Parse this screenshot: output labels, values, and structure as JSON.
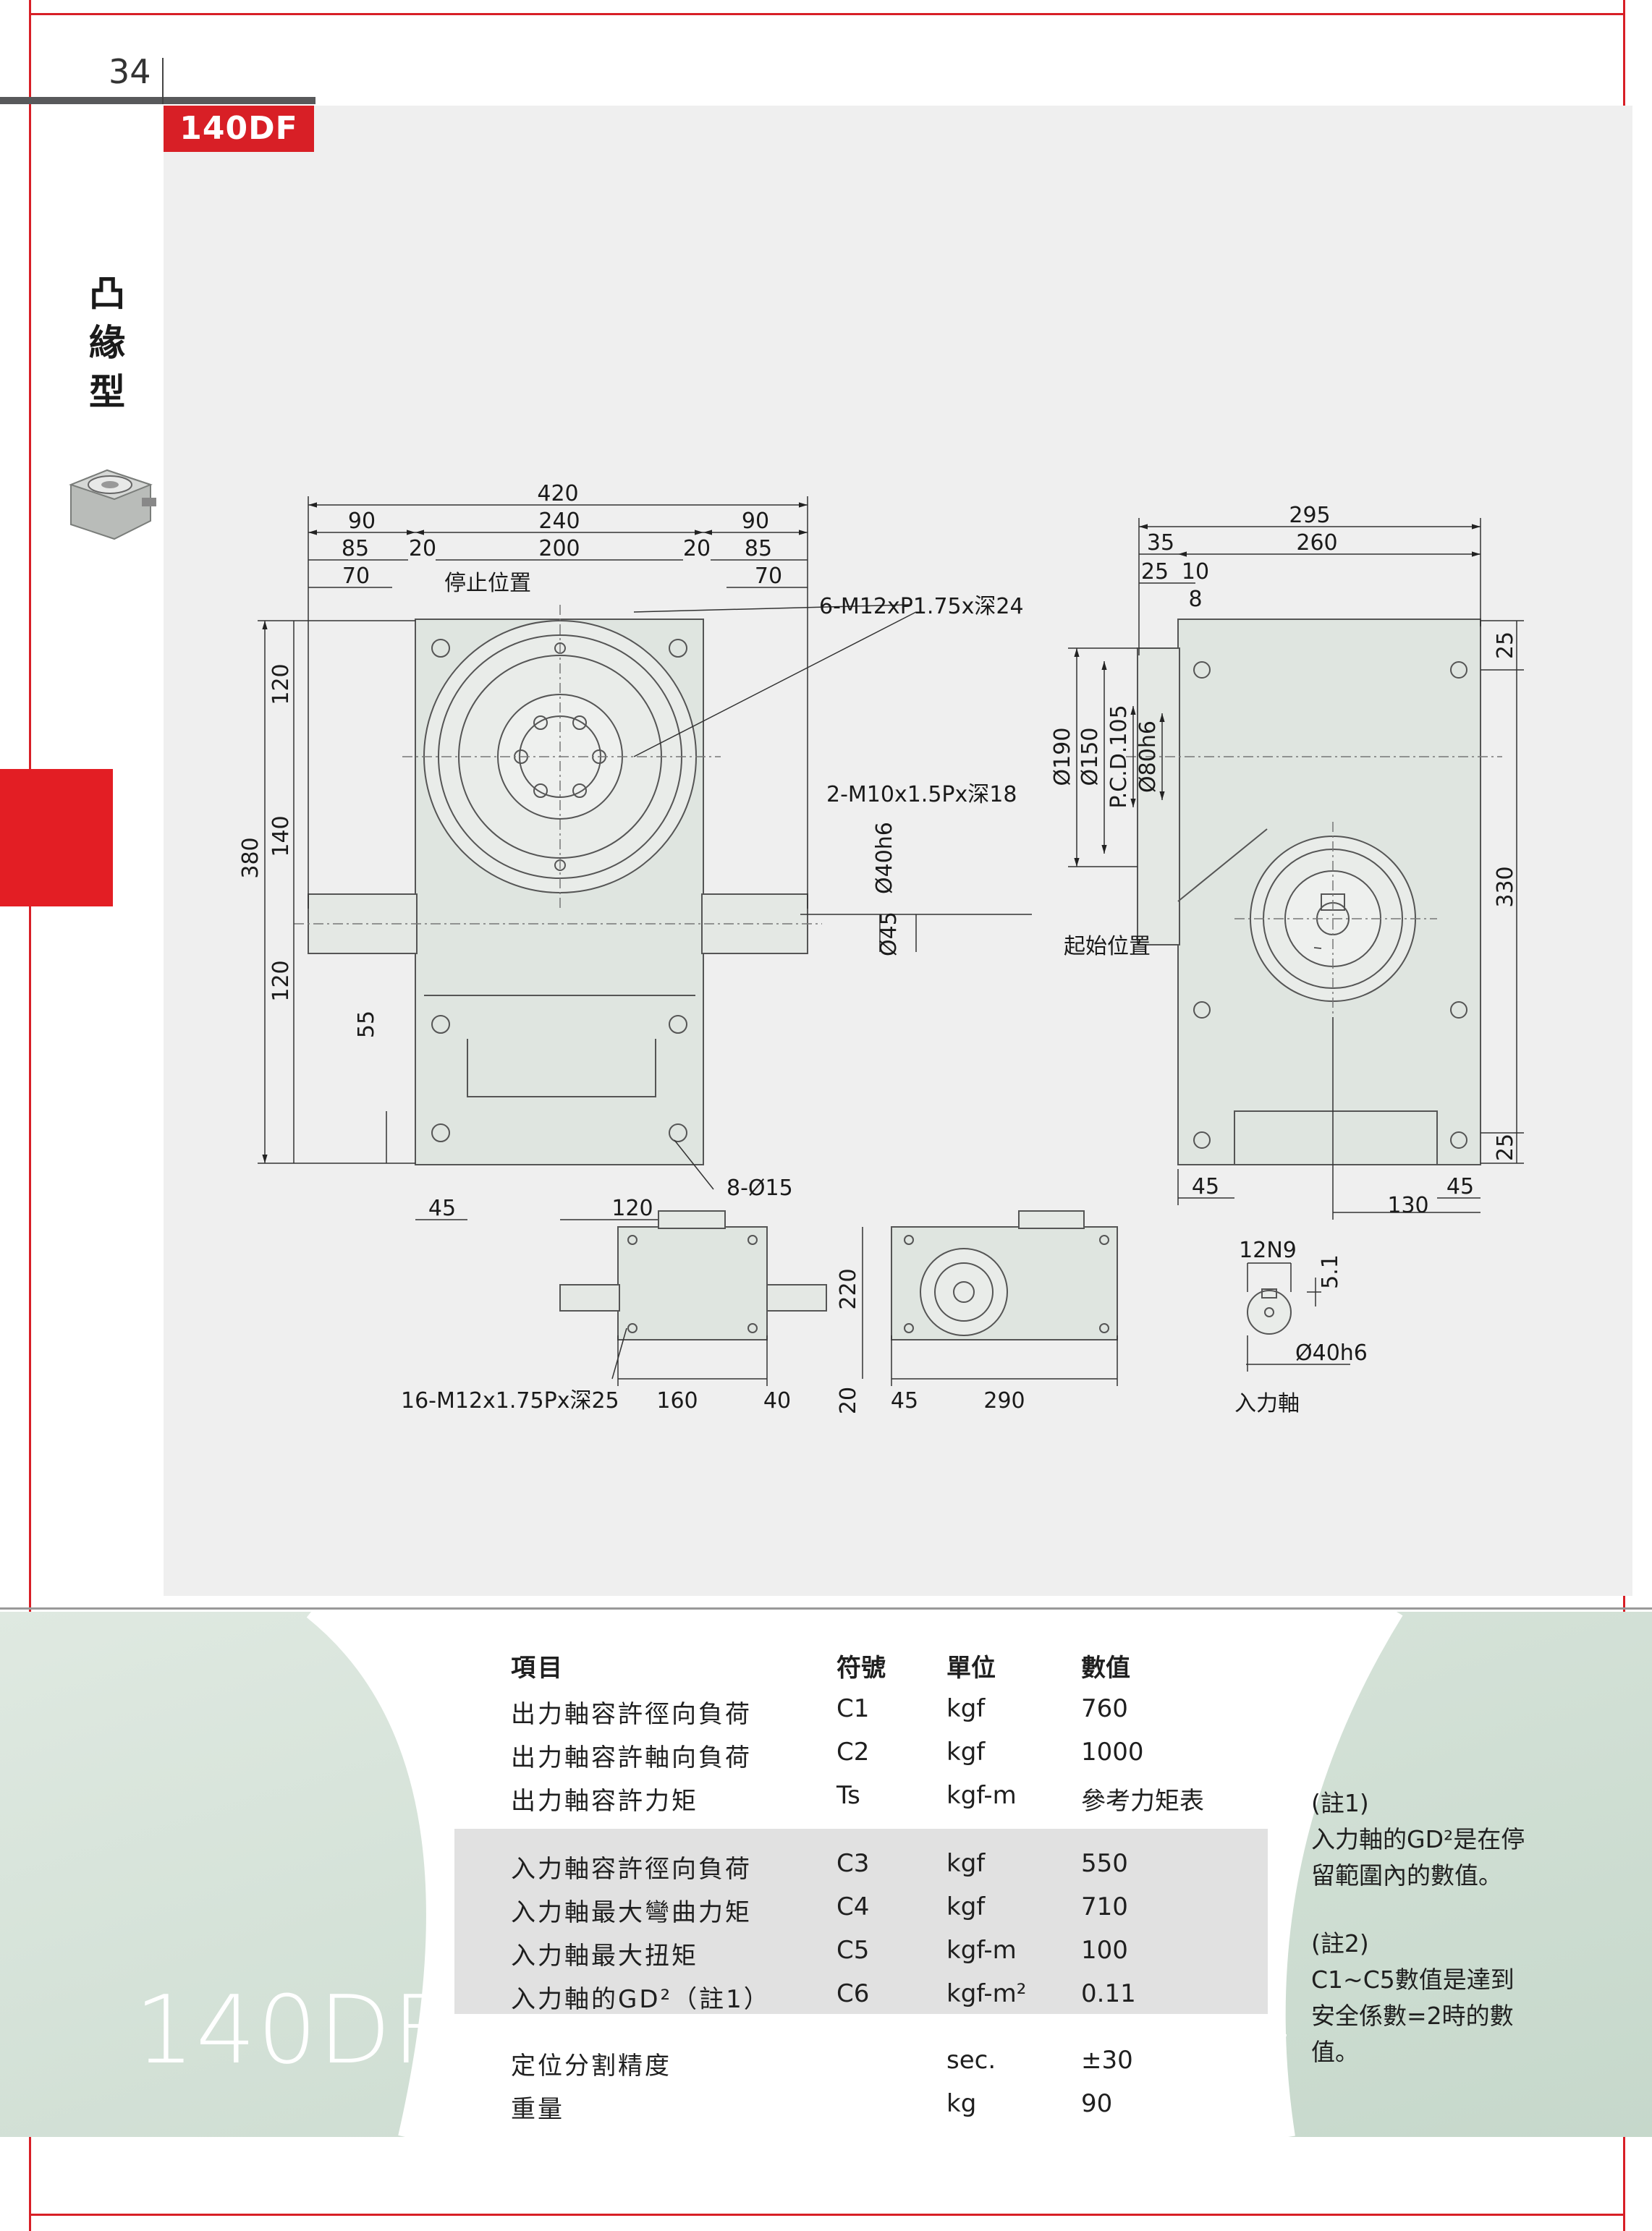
{
  "page": {
    "number": "34",
    "model_tag": "140DF",
    "category": [
      "凸",
      "緣",
      "型"
    ],
    "colors": {
      "accent": "#d81f26",
      "band": "#d5e3d8",
      "drawing_bg": "#efefef"
    }
  },
  "drawing": {
    "front": {
      "dims_top": [
        "420",
        "90",
        "240",
        "90",
        "85",
        "20",
        "200",
        "20",
        "85",
        "70",
        "70"
      ],
      "stop_label": "停止位置",
      "callout_a": "6-M12xP1.75x深24",
      "callout_b": "2-M10x1.5Px深18",
      "shaft_dims": [
        "Ø40h6",
        "Ø45"
      ],
      "dims_left": [
        "380",
        "120",
        "140",
        "120",
        "55"
      ],
      "dims_bottom": [
        "45",
        "120"
      ],
      "callout_c": "8-Ø15"
    },
    "side": {
      "dims_top": [
        "295",
        "35",
        "260",
        "25",
        "10",
        "8"
      ],
      "dims_left": [
        "Ø190",
        "Ø150",
        "P.C.D.105",
        "Ø80h6"
      ],
      "start_label": "起始位置",
      "dims_right": [
        "25",
        "330",
        "25"
      ],
      "dims_bottom": [
        "45",
        "130",
        "45"
      ]
    },
    "bottom_views": {
      "callout_d": "16-M12x1.75Px深25",
      "dims_a": [
        "160",
        "40"
      ],
      "dims_b": [
        "220",
        "20",
        "45",
        "290"
      ],
      "key_dims": [
        "12N9",
        "5.1",
        "Ø40h6"
      ],
      "shaft_label": "入力軸"
    }
  },
  "specs": {
    "big_model": "140DF",
    "headers": {
      "item": "項目",
      "symbol": "符號",
      "unit": "單位",
      "value": "數值"
    },
    "output_rows": [
      {
        "label": "出力軸容許徑向負荷",
        "symbol": "C1",
        "unit": "kgf",
        "value": "760"
      },
      {
        "label": "出力軸容許軸向負荷",
        "symbol": "C2",
        "unit": "kgf",
        "value": "1000"
      },
      {
        "label": "出力軸容許力矩",
        "symbol": "Ts",
        "unit": "kgf-m",
        "value": "參考力矩表"
      }
    ],
    "input_rows": [
      {
        "label": "入力軸容許徑向負荷",
        "symbol": "C3",
        "unit": "kgf",
        "value": "550"
      },
      {
        "label": "入力軸最大彎曲力矩",
        "symbol": "C4",
        "unit": "kgf",
        "value": "710"
      },
      {
        "label": "入力軸最大扭矩",
        "symbol": "C5",
        "unit": "kgf-m",
        "value": "100"
      },
      {
        "label": "入力軸的GD²（註1）",
        "symbol": "C6",
        "unit": "kgf-m²",
        "value": "0.11"
      }
    ],
    "misc_rows": [
      {
        "label": "定位分割精度",
        "symbol": "",
        "unit": "sec.",
        "value": "±30"
      },
      {
        "label": "重量",
        "symbol": "",
        "unit": "kg",
        "value": "90"
      }
    ],
    "notes": {
      "note1_title": "(註1)",
      "note1_line1": "入力軸的GD²是在停",
      "note1_line2": "留範圍內的數值。",
      "note2_title": "(註2)",
      "note2_line1": "C1~C5數值是達到",
      "note2_line2": "安全係數=2時的數",
      "note2_line3": "值。"
    }
  }
}
